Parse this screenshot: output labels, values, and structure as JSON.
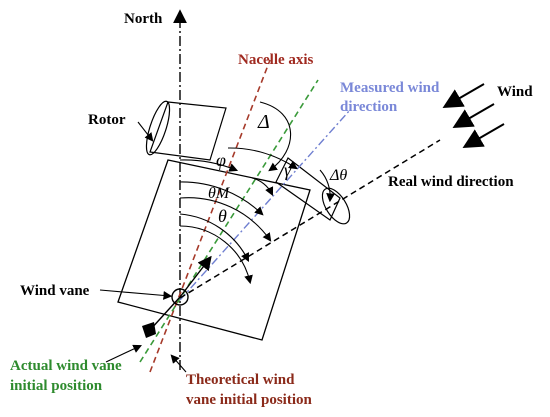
{
  "labels": {
    "north": "North",
    "nacelle_axis": "Nacelle axis",
    "measured_wind_line1": "Measured wind",
    "measured_wind_line2": "direction",
    "wind": "Wind",
    "rotor": "Rotor",
    "real_wind_direction": "Real wind direction",
    "wind_vane": "Wind vane",
    "actual_vane_line1": "Actual wind vane",
    "actual_vane_line2": "initial position",
    "theoretical_vane_line1": "Theoretical wind",
    "theoretical_vane_line2": "vane initial position"
  },
  "symbols": {
    "delta": "Δ",
    "delta_theta": "Δθ",
    "varphi": "φ",
    "theta_m": "θM",
    "theta": "θ",
    "gamma": "γ"
  },
  "colors": {
    "north_line": "#000000",
    "nacelle_axis": "#a63a2a",
    "measured_wind": "#6f7fd0",
    "actual_vane": "#3a9a3a",
    "real_wind": "#000000",
    "nacelle_axis_label": "#a02a20",
    "measured_wind_label": "#7a88d8",
    "actual_vane_label": "#2e8b2e",
    "theoretical_vane_label": "#8b2a1a"
  }
}
